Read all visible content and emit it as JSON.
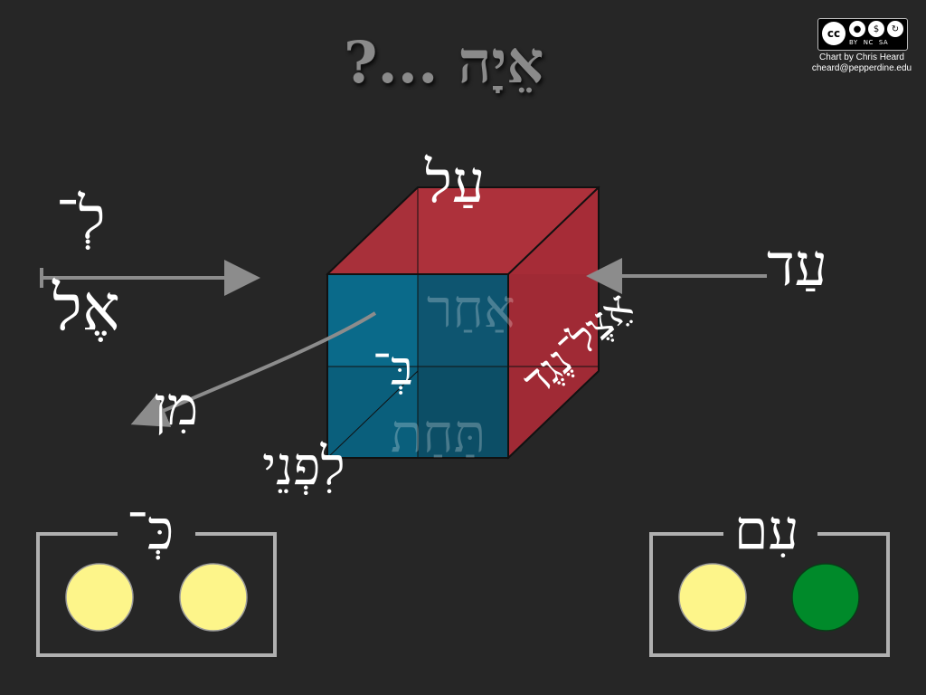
{
  "title": "אֵיָה ...?",
  "license": {
    "badge": "cc",
    "icons": [
      "attribution-icon",
      "noncommercial-icon",
      "sharealike-icon"
    ],
    "labels": [
      "BY",
      "NC",
      "SA"
    ]
  },
  "credit": {
    "line1": "Chart by Chris Heard",
    "line2": "cheard@pepperdine.edu"
  },
  "labels": {
    "lamed": "לְ־",
    "el": "אֶל",
    "al": "עַל",
    "ad": "עַד",
    "min": "מִן",
    "be": "בְּ־",
    "achar": "אַחַר",
    "tachat": "תַּחַת",
    "lifne": "לִפְנֵי",
    "etsel": "אֵצֶל־נֶגֶד",
    "ke": "כְּ־",
    "im": "עִם"
  },
  "colors": {
    "background": "#262626",
    "cube_red": "#b0303a",
    "cube_blue": "#0a6a8a",
    "arrow_gray": "#8c8c8c",
    "dot_yellow": "#fdf58a",
    "dot_green": "#008a2a"
  }
}
